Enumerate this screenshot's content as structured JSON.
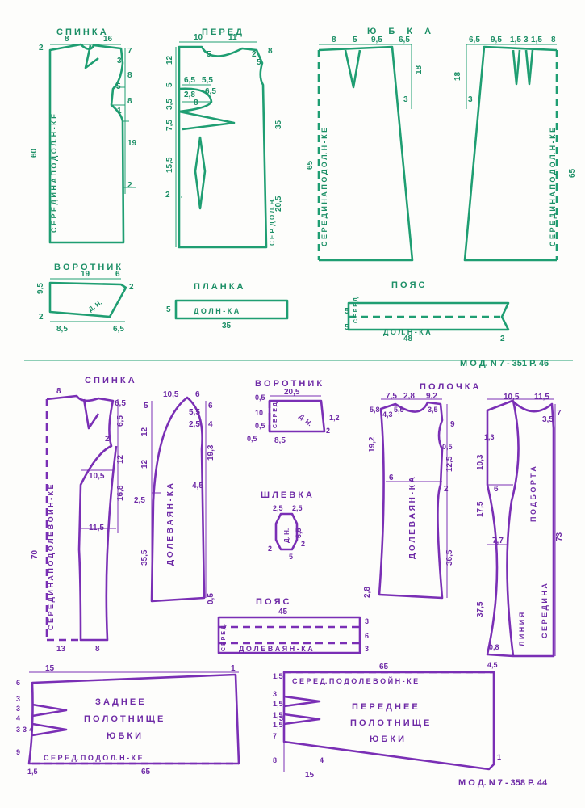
{
  "top": {
    "back": {
      "title": "С П И Н К А",
      "fold": "С Е Р Е Д И Н А   П О   Д О Л.   Н - К Е",
      "dims": {
        "top_a": "8",
        "top_b": "16",
        "left_top": "2",
        "r1": "7",
        "r2": "3",
        "r3": "8",
        "r4": "5",
        "r5": "8",
        "r6": "1",
        "r7": "19",
        "r8": "2",
        "height": "60"
      }
    },
    "front": {
      "title": "П Е Р Е Д",
      "grain": "С Е Р.  Д О Л.  Н.",
      "dims": {
        "top_a": "10",
        "top_b": "11",
        "r1": "8",
        "r2": "2",
        "r3": "5",
        "l1": "12",
        "l2": "5",
        "i1": "6,5",
        "i2": "5,5",
        "i3": "6,5",
        "i4": "2,8",
        "i5": "8",
        "l3": "3,5",
        "l4": "7,5",
        "l5": "15,5",
        "l6": "2",
        "h": "35",
        "w": "20,5"
      }
    },
    "skirt": {
      "title": "Ю  Б  К  А",
      "fold_back": "С Е Р Е Д И Н А   П О   Д О Л.   Н - К Е",
      "fold_front": "С Е Р Е Д И Н А   П О   Д О Л.   Н - К Е",
      "dims": {
        "b1": "8",
        "b2": "5",
        "b3": "9,5",
        "b4": "6,5",
        "b_side": "18",
        "b_hip": "3",
        "b_len": "65",
        "f1": "6,5",
        "f2": "9,5",
        "f3": "1,5",
        "f4": "3",
        "f5": "1,5",
        "f6": "8",
        "f_side": "18",
        "f_hip": "3",
        "f_len": "65"
      }
    },
    "collar": {
      "title": "В О Р О Т Н И К",
      "grain": "Д. Н.",
      "dims": {
        "t1": "19",
        "t2": "6",
        "l": "9,5",
        "r": "2",
        "bl": "2",
        "b1": "8,5",
        "b2": "6,5"
      }
    },
    "placket": {
      "title": "П Л А Н К А",
      "grain": "Д О Л   Н - К А",
      "dims": {
        "h": "5",
        "w": "35"
      }
    },
    "belt": {
      "title": "П О Я С",
      "fold": "С Е Р Е Д.",
      "grain": "Д О Л.   Н - К А",
      "dims": {
        "h1": "5",
        "h2": "5",
        "w": "48",
        "e": "2"
      }
    },
    "model": "М О Д.  N 7 - 351   Р. 46"
  },
  "bottom": {
    "back": {
      "title": "С  П  И  Н  К  А",
      "fold": "С Е Р Е Д И Н А   П О   Д О Л Е В О Й   Н - К Е",
      "dims": {
        "top": "8",
        "r1": "6,5",
        "r2": "6,5",
        "r3": "2",
        "r4": "12",
        "w1": "10,5",
        "r5": "16,8",
        "w2": "11,5",
        "h": "70",
        "b1": "13",
        "b2": "8"
      }
    },
    "sleeve": {
      "grain": "Д О Л Е В А Я   Н - К А",
      "dims": {
        "t1": "10,5",
        "t2": "6",
        "l1": "5",
        "r1": "5,5",
        "r2": "6",
        "r3": "2,5",
        "r4": "4",
        "l2": "12",
        "l3": "12",
        "r5": "19,3",
        "l4": "2,5",
        "r6": "4,5",
        "l5": "35,5",
        "r7": "0,5"
      }
    },
    "collar": {
      "title": "В О Р О Т Н И К",
      "fold": "С Е Р Е Д.",
      "grain": "Д. Н.",
      "dims": {
        "t": "20,5",
        "l1": "0,5",
        "l2": "10",
        "l3": "0,5",
        "r1": "1,2",
        "r2": "2",
        "b": "8,5",
        "bl": "0,5"
      }
    },
    "loop": {
      "title": "Ш Л Е В К А",
      "grain": "Д. Н.",
      "dims": {
        "t1": "2,5",
        "t2": "2,5",
        "r1": "6,5",
        "r2": "2",
        "b": "5",
        "l": "2"
      }
    },
    "front": {
      "title": "П  О  Л  О  Ч  К  А",
      "grain": "Д О Л Е В А Я   Н - К А",
      "facing": "П О Д Б О Р Т А",
      "line": "Л И Н И Я",
      "center": "С Е Р Е Д И Н А",
      "dims": {
        "t1": "7,5",
        "t2": "2,8",
        "t3": "9,2",
        "l1": "5,8",
        "l2": "4,3",
        "l3": "5,5",
        "r1": "3,5",
        "r2": "9",
        "r3": "0,5",
        "l4": "19,2",
        "w1": "6",
        "r4": "12,5",
        "r5": "2",
        "h": "36,5",
        "bl": "2,8"
      }
    },
    "front_facing": {
      "dims": {
        "t1": "10,5",
        "t2": "11,5",
        "r1": "7",
        "r2": "3,5",
        "l1": "1,3",
        "l2": "10,3",
        "w1": "6",
        "l3": "17,5",
        "h": "73",
        "w2": "7,7",
        "l4": "37,5",
        "b1": "0,8",
        "b2": "4,5"
      }
    },
    "belt": {
      "title": "П О Я С",
      "fold": "С Е Р Е Д.",
      "grain": "Д О Л Е В А Я   Н - К А",
      "dims": {
        "w": "45",
        "h1": "3",
        "h2": "6",
        "h3": "3"
      }
    },
    "skirt_back": {
      "title1": "З А Д Н Е Е",
      "title2": "П О Л О Т Н И Щ Е",
      "title3": "Ю Б К И",
      "fold": "С Е Р Е Д.   П О   Д О Л.   Н - К Е",
      "dims": {
        "t": "15",
        "tr": "1",
        "l1": "6",
        "l2": "3",
        "l3": "3",
        "l4": "4",
        "l5": "3",
        "l6": "3",
        "l7": "4",
        "l8": "9",
        "b1": "1,5",
        "b2": "65"
      }
    },
    "skirt_front": {
      "title1": "П Е Р Е Д Н Е Е",
      "title2": "П О Л О Т Н И Щ Е",
      "title3": "Ю Б К И",
      "fold": "С Е Р Е Д.   П О   Д О Л Е В О Й   Н - К Е",
      "dims": {
        "t": "65",
        "l1": "1,5",
        "l2": "3",
        "l3": "1,5",
        "l4": "1,5",
        "l5": "3",
        "l6": "1,5",
        "l7": "7",
        "l8": "8",
        "b1": "4",
        "b2": "15",
        "br": "1"
      }
    },
    "model": "М О Д.  N 7 - 358   Р. 44"
  }
}
